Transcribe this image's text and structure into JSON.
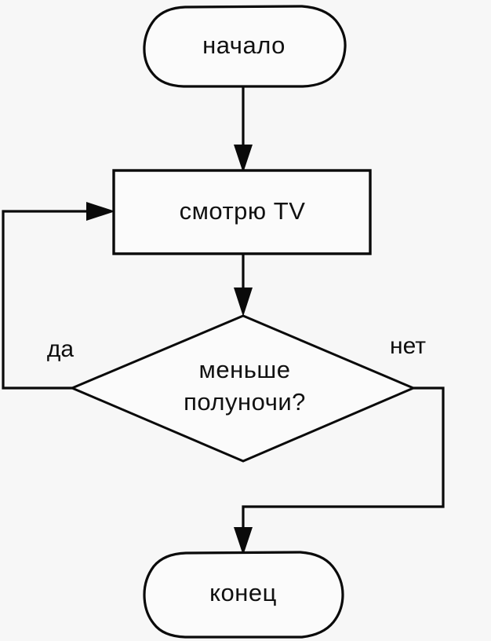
{
  "diagram": {
    "title": "Flowchart: watching TV until midnight",
    "language": "ru",
    "background_color": "#f7f7f7",
    "line_color": "#0a0a0a",
    "shape_fill": "#fbfbfb",
    "text_color": "#111111",
    "nodes": {
      "start": {
        "label": "начало",
        "shape": "terminator"
      },
      "process": {
        "label": "смотрю TV",
        "shape": "rectangle"
      },
      "decision": {
        "label_line1": "меньше",
        "label_line2": "полуночи?",
        "shape": "diamond"
      },
      "end": {
        "label": "конец",
        "shape": "terminator"
      }
    },
    "branches": {
      "yes": "да",
      "no": "нет"
    }
  }
}
